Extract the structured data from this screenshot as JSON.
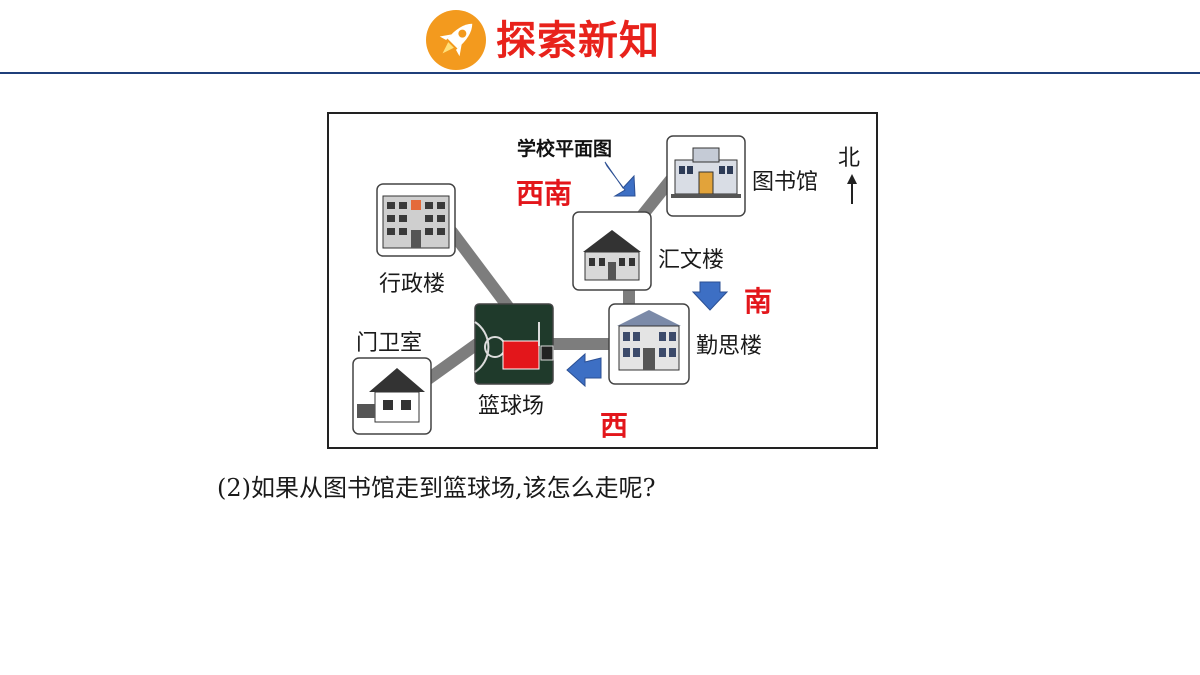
{
  "header": {
    "title": "探索新知",
    "accent_color": "#e8221b",
    "logo_icon": "rocket-icon",
    "logo_color": "#f39a1e"
  },
  "map": {
    "title": "学校平面图",
    "north_label": "北",
    "buildings": {
      "library": "图书馆",
      "huiwen": "汇文楼",
      "admin": "行政楼",
      "qinsi": "勤思楼",
      "gate": "门卫室",
      "court": "篮球场"
    },
    "direction_labels": {
      "southwest": "西南",
      "south": "南",
      "west": "西"
    },
    "label_color": "#e3161b",
    "arrow_color": "#3d6fc4"
  },
  "question": "(2)如果从图书馆走到篮球场,该怎么走呢?"
}
